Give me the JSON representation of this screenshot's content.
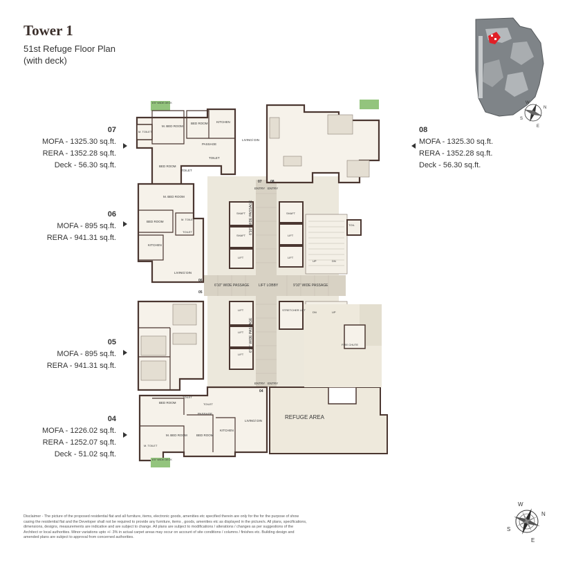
{
  "header": {
    "title": "Tower 1",
    "subtitle_line1": "51st Refuge Floor Plan",
    "subtitle_line2": "(with deck)"
  },
  "units": [
    {
      "no": "07",
      "mofa": "MOFA - 1325.30 sq.ft.",
      "rera": "RERA - 1352.28 sq.ft.",
      "deck": "Deck - 56.30 sq.ft."
    },
    {
      "no": "08",
      "mofa": "MOFA - 1325.30 sq.ft.",
      "rera": "RERA - 1352.28 sq.ft.",
      "deck": "Deck - 56.30 sq.ft."
    },
    {
      "no": "06",
      "mofa": "MOFA - 895 sq.ft.",
      "rera": "RERA - 941.31 sq.ft."
    },
    {
      "no": "05",
      "mofa": "MOFA - 895 sq.ft.",
      "rera": "RERA - 941.31 sq.ft."
    },
    {
      "no": "04",
      "mofa": "MOFA - 1226.02 sq.ft.",
      "rera": "RERA - 1252.07 sq.ft.",
      "deck": "Deck - 51.02 sq.ft."
    }
  ],
  "plan": {
    "refuge_area": "REFUGE AREA",
    "lift_lobby": "LIFT LOBBY",
    "passage_left": "6'10\" WIDE PASSAGE",
    "passage_right": "9'10\" WIDE PASSAGE",
    "passage_vertical": "6'10\" WIDE PASSAGE",
    "entry": "ENTRY",
    "deck": "6'5\" WIDE DECK",
    "shaft": "SHAFT",
    "lift": "LIFT",
    "stretcher_lift": "STRETCHER LIFT",
    "fire_chute": "FIRE CHUTE",
    "toilet": "TOIL",
    "up": "UP",
    "dn": "DN",
    "rooms": {
      "m_bed": "M. BED ROOM",
      "bed": "BED ROOM",
      "kitchen": "KITCHEN",
      "living": "LIVING/ DIN",
      "passage": "PASSAGE",
      "toilet": "TOILET",
      "m_toilet": "M. TOILET"
    },
    "flat_tags": {
      "f07": "07",
      "f08": "08",
      "f06": "06",
      "f05": "05",
      "f04": "04"
    }
  },
  "compass": {
    "n": "N",
    "s": "S",
    "e": "E",
    "w": "W"
  },
  "disclaimer": "Disclaimer - The picture of the proposed residential flat and all furniture, items, electronic goods, amenities etc specified therein are only for the for the purpose of show casing the residential flat and the Developer shall not be required to provide any furniture, items , goods, amenities etc as displayed in the picture/s. All plans, specifications, dimensions, designs, measurements are indicative and are subject to change. All plans are subject to modifications / alterations / changes as per suggestions of the Architect or local authorities. Minor variations upto +/- 3% in actual carpet areas may occur on account of site conditions / columns / finishes etc. Building design and amended plans are subject to approval from concerned authorities."
}
